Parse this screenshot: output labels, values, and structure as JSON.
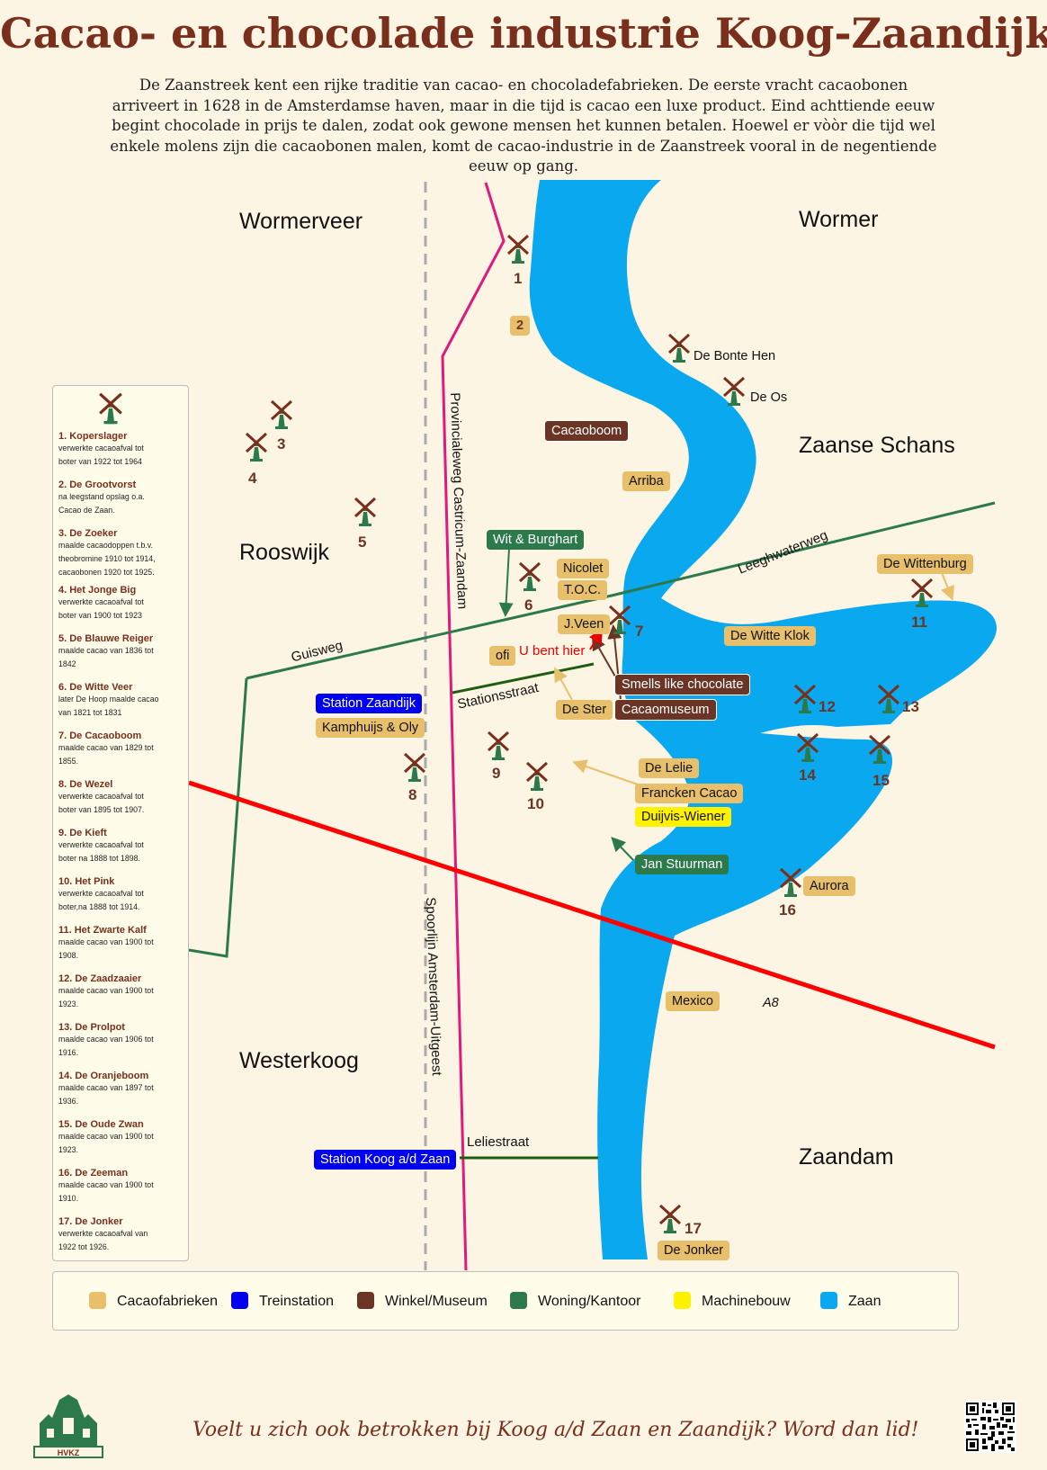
{
  "title": "Cacao- en chocolade industrie Koog-Zaandijk",
  "intro": "De Zaanstreek kent een rijke traditie van cacao- en chocoladefabrieken. De eerste vracht cacaobonen arriveert in 1628 in de Amsterdamse haven, maar in die tijd is cacao een luxe product. Eind achttiende eeuw begint chocolade in prijs te dalen, zodat ook gewone mensen het kunnen betalen. Hoewel er vòòr die tijd wel enkele molens zijn die cacaobonen malen, komt de cacao-industrie in de Zaanstreek vooral in de negentiende eeuw op gang.",
  "places": {
    "wormerveer": "Wormerveer",
    "wormer": "Wormer",
    "zaanse_schans": "Zaanse Schans",
    "rooswijk": "Rooswijk",
    "westerkoog": "Westerkoog",
    "zaandam": "Zaandam"
  },
  "roads": {
    "provincialeweg": "Provincialeweg Castricum-Zaandam",
    "spoorlijn": "Spoorlijn Amsterdam-Uitgeest",
    "guisweg": "Guisweg",
    "leeghwaterweg": "Leeghwaterweg",
    "stationsstraat": "Stationsstraat",
    "leliestraat": "Leliestraat",
    "a8": "A8"
  },
  "map_labels": {
    "cacaoboom": "Cacaoboom",
    "arriba": "Arriba",
    "wit_burghart": "Wit & Burghart",
    "nicolet": "Nicolet",
    "toc": "T.O.C.",
    "jveen": "J.Veen",
    "ofi": "ofi",
    "u_bent_hier": "U bent hier",
    "smells": "Smells like chocolate",
    "cacaomuseum": "Cacaomuseum",
    "de_ster": "De Ster",
    "station_zaandijk": "Station Zaandijk",
    "kamphuijs": "Kamphuijs & Oly",
    "de_witte_klok": "De Witte Klok",
    "de_wittenburg": "De Wittenburg",
    "de_lelie": "De Lelie",
    "francken": "Francken Cacao",
    "duijvis": "Duijvis-Wiener",
    "jan_stuurman": "Jan Stuurman",
    "aurora": "Aurora",
    "mexico": "Mexico",
    "station_koog": "Station Koog a/d Zaan",
    "de_jonker": "De Jonker",
    "de_bonte_hen": "De Bonte Hen",
    "de_os": "De Os"
  },
  "mill_numbers": [
    "1",
    "2",
    "3",
    "4",
    "5",
    "6",
    "7",
    "8",
    "9",
    "10",
    "11",
    "12",
    "13",
    "14",
    "15",
    "16",
    "17"
  ],
  "mills_list": [
    {
      "name": "1. Koperslager",
      "desc": [
        "verwerkte cacaoafval tot",
        "boter van 1922 tot 1964"
      ]
    },
    {
      "name": "2. De Grootvorst",
      "desc": [
        "na leegstand opslag o.a.",
        "Cacao de Zaan."
      ]
    },
    {
      "name": "3. De Zoeker",
      "desc": [
        "maalde cacaodoppen t.b.v.",
        "theobromine 1910 tot 1914,",
        "cacaobonen 1920 tot 1925."
      ]
    },
    {
      "name": "4. Het Jonge Big",
      "desc": [
        "verwerkte cacaoafval tot",
        "boter van 1900 tot 1923"
      ]
    },
    {
      "name": "5. De Blauwe Reiger",
      "desc": [
        "maalde cacao van 1836 tot",
        "1842"
      ]
    },
    {
      "name": "6. De Witte Veer",
      "desc": [
        "later De Hoop maalde cacao",
        "van 1821 tot 1831"
      ]
    },
    {
      "name": "7. De Cacaoboom",
      "desc": [
        "maalde cacao van 1829 tot",
        "1855."
      ]
    },
    {
      "name": "8. De Wezel",
      "desc": [
        "verwerkte cacaoafval tot",
        "boter van 1895 tot 1907."
      ]
    },
    {
      "name": "9. De Kieft",
      "desc": [
        "verwerkte cacaoafval tot",
        "boter na 1888 tot 1898."
      ]
    },
    {
      "name": "10. Het Pink",
      "desc": [
        "verwerkte cacaoafval tot",
        "boter,na 1888 tot 1914."
      ]
    },
    {
      "name": "11. Het Zwarte Kalf",
      "desc": [
        "maalde cacao van 1900 tot",
        "1908."
      ]
    },
    {
      "name": "12. De Zaadzaaier",
      "desc": [
        "maalde cacao van 1900 tot",
        "1923."
      ]
    },
    {
      "name": "13. De Prolpot",
      "desc": [
        "maalde cacao van 1906 tot",
        "1916."
      ]
    },
    {
      "name": "14. De Oranjeboom",
      "desc": [
        "maalde cacao van 1897 tot",
        "1936."
      ]
    },
    {
      "name": "15. De Oude Zwan",
      "desc": [
        "maalde cacao van 1900 tot",
        "1923."
      ]
    },
    {
      "name": "16. De Zeeman",
      "desc": [
        "maalde cacao van 1900 tot",
        "1910."
      ]
    },
    {
      "name": "17. De Jonker",
      "desc": [
        "verwerkte cacaoafval van",
        "1922 tot 1926."
      ]
    }
  ],
  "legend": [
    {
      "label": "Cacaofabrieken",
      "color": "#e8bf6a"
    },
    {
      "label": "Treinstation",
      "color": "#0000f0"
    },
    {
      "label": "Winkel/Museum",
      "color": "#6b3525"
    },
    {
      "label": "Woning/Kantoor",
      "color": "#2c7a4b"
    },
    {
      "label": "Machinebouw",
      "color": "#fff200"
    },
    {
      "label": "Zaan",
      "color": "#0aa8ee"
    }
  ],
  "footer": "Voelt u zich ook betrokken bij Koog a/d Zaan en Zaandijk? Word dan lid!",
  "logo_text": "HVKZ"
}
